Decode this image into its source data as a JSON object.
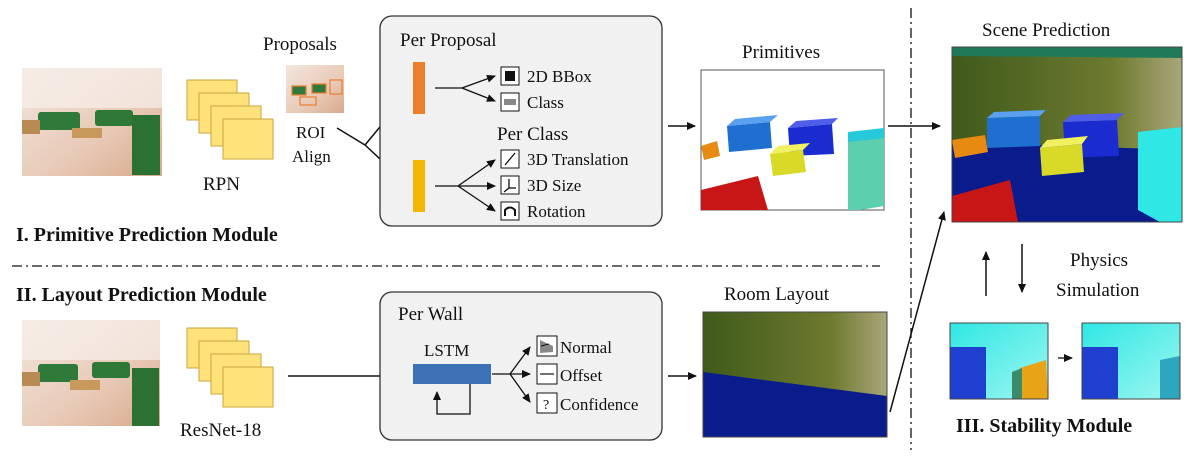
{
  "module1": {
    "title": "I. Primitive Prediction Module",
    "rpn_label": "RPN",
    "proposals_label": "Proposals",
    "roi_line1": "ROI",
    "roi_line2": "Align",
    "per_proposal": "Per Proposal",
    "bbox_label": "2D BBox",
    "class_label": "Class",
    "per_class": "Per Class",
    "translation_label": "3D Translation",
    "size_label": "3D Size",
    "rotation_label": "Rotation",
    "primitives_label": "Primitives"
  },
  "module2": {
    "title": "II. Layout Prediction Module",
    "resnet_label": "ResNet-18",
    "per_wall": "Per Wall",
    "lstm_label": "LSTM",
    "normal_label": "Normal",
    "offset_label": "Offset",
    "confidence_label": "Confidence",
    "room_layout_label": "Room Layout"
  },
  "module3": {
    "scene_prediction_label": "Scene Prediction",
    "physics_line1": "Physics",
    "physics_line2": "Simulation",
    "title": "III. Stability Module"
  },
  "colors": {
    "feature_yellow": "#FFE27A",
    "proposal_orange": "#EE7D2E",
    "class_gold": "#F2B705",
    "lstm_blue": "#3A72B5",
    "panel_gray": "#F1F1F1",
    "floor_blue": "#0A1C8C",
    "wall_olive": "#5C6B22"
  }
}
